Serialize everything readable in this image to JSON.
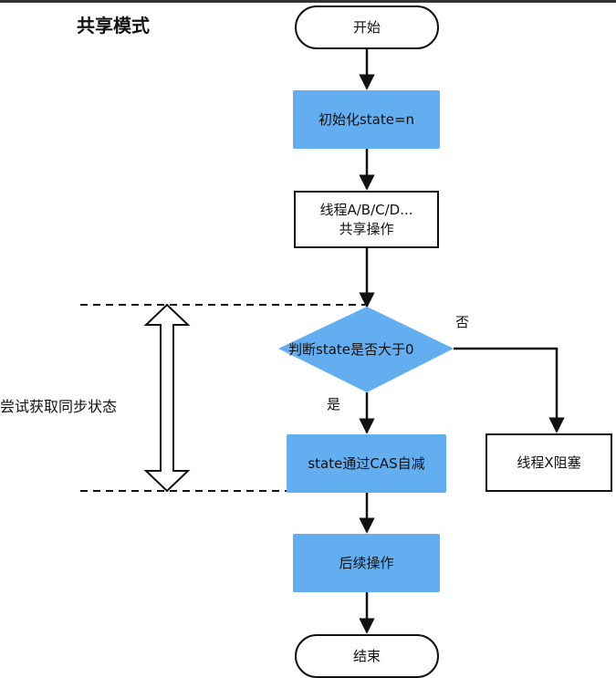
{
  "title": "共享模式",
  "side_label": "尝试获取同步状态",
  "nodes": {
    "start": "开始",
    "init": "初始化state=n",
    "threads_line1": "线程A/B/C/D...",
    "threads_line2": "共享操作",
    "decision": "判断state是否大于0",
    "cas": "state通过CAS自减",
    "blocked": "线程X阻塞",
    "follow": "后续操作",
    "end": "结束"
  },
  "edges": {
    "yes": "是",
    "no": "否"
  },
  "colors": {
    "process_fill": "#63aef0",
    "stroke": "#111111"
  }
}
